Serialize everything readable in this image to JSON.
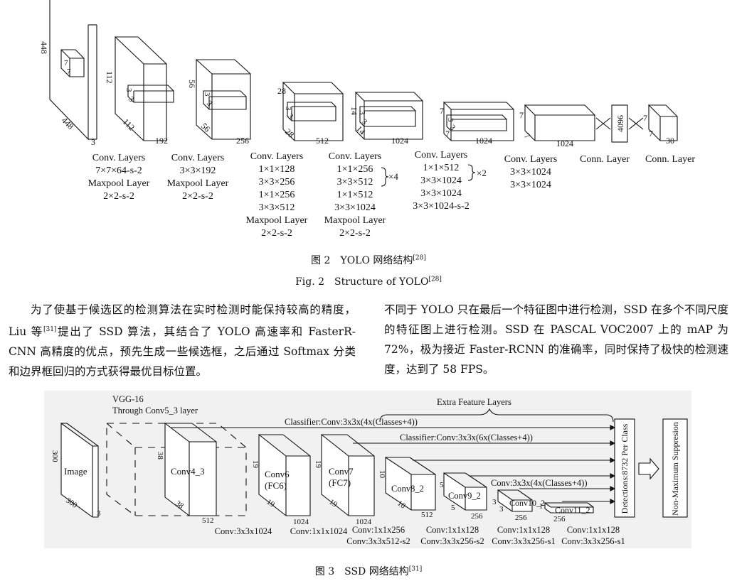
{
  "fig2": {
    "dims": {
      "l0_side": "448",
      "l0_depth": "448",
      "l0_ch": "3",
      "l0_k": "7",
      "l0_k2": "7",
      "l1_side": "112",
      "l1_depth": "112",
      "l1_ch": "192",
      "l1_k": "3",
      "l1_k2": "3",
      "l2_side": "56",
      "l2_depth": "56",
      "l2_ch": "256",
      "l2_k": "3",
      "l2_k2": "3",
      "l3_side": "28",
      "l3_depth": "28",
      "l3_ch": "512",
      "l3_k": "3",
      "l3_k2": "3",
      "l4_side": "14",
      "l4_depth": "14",
      "l4_ch": "1024",
      "l4_k": "3",
      "l4_k2": "3",
      "l5_side": "7",
      "l5_depth": "7",
      "l5_ch": "1024",
      "l5_k": "3",
      "l5_k2": "3",
      "l6_side": "7",
      "l6_depth": "7",
      "l6_ch": "1024",
      "fc": "4096",
      "out_side": "7",
      "out_depth": "7",
      "out_ch": "30"
    },
    "groups": [
      [
        "Conv. Layers",
        "7×7×64-s-2",
        "Maxpool Layer",
        "2×2-s-2"
      ],
      [
        "Conv. Layers",
        "3×3×192",
        "Maxpool Layer",
        "2×2-s-2"
      ],
      [
        "Conv. Layers",
        "1×1×128",
        "3×3×256",
        "1×1×256",
        "3×3×512",
        "Maxpool Layer",
        "2×2-s-2"
      ],
      [
        "Conv. Layers",
        "1×1×256",
        "3×3×512",
        "1×1×512",
        "3×3×1024",
        "Maxpool Layer",
        "2×2-s-2"
      ],
      [
        "Conv. Layers",
        "1×1×512",
        "3×3×1024",
        "3×3×1024",
        "3×3×1024-s-2"
      ],
      [
        "Conv. Layers",
        "3×3×1024",
        "3×3×1024"
      ],
      [
        "Conn. Layer"
      ],
      [
        "Conn. Layer"
      ]
    ],
    "repeat4": "×4",
    "repeat2": "×2",
    "caption_cn": "图 2　YOLO 网络结构",
    "caption_cn_ref": "[28]",
    "caption_en": "Fig. 2　Structure of YOLO",
    "caption_en_ref": "[28]"
  },
  "text_left": {
    "p1": "为了使基于候选区的检测算法在实时检测时能保持较高的精度，Liu 等",
    "ref": "[31]",
    "p2": "提出了 SSD 算法，其结合了 YOLO 高速率和 FasterR-CNN 高精度的优点，预先生成一些候选框，之后通过 Softmax 分类和边界框回归的方式获得最优目标位置。"
  },
  "text_right": "不同于 YOLO 只在最后一个特征图中进行检测，SSD 在多个不同尺度的特征图上进行检测。SSD 在 PASCAL VOC2007 上的 mAP 为 72%，极为接近 Faster-RCNN 的准确率，同时保持了极快的检测速度，达到了 58 FPS。",
  "fig3": {
    "vgg_title": "VGG-16",
    "vgg_sub": "Through Conv5_3 layer",
    "extra": "Extra Feature Layers",
    "classifier1": "Classifier:Conv:3x3x(4x(Classes+4))",
    "classifier2": "Classifier:Conv:3x3x(6x(Classes+4))",
    "conv_small": "Conv:3x3x(4x(Classes+4))",
    "image": "Image",
    "img_side": "300",
    "img_depth": "300",
    "img_ch": "3",
    "conv4_3": "Conv4_3",
    "c43_side": "38",
    "c43_depth": "38",
    "c43_ch": "512",
    "conv6": "Conv6",
    "conv6_sub": "(FC6)",
    "c6_side": "19",
    "c6_depth": "19",
    "c6_ch": "1024",
    "conv7": "Conv7",
    "conv7_sub": "(FC7)",
    "c7_side": "19",
    "c7_depth": "19",
    "c7_ch": "1024",
    "conv8": "Conv8_2",
    "c8_side": "10",
    "c8_depth": "10",
    "c8_ch": "512",
    "conv9": "Conv9_2",
    "c9_side": "5",
    "c9_depth": "5",
    "c9_ch": "256",
    "conv10": "Conv10_2",
    "c10_side": "3",
    "c10_depth": "3",
    "c10_ch": "256",
    "conv11": "Conv11_2",
    "c11_side": "1",
    "c11_ch": "256",
    "detections": "Detections:8732 Per Class",
    "nms": "Non-Maximum Suppresion",
    "bottom": [
      [
        "Conv:3x3x1024"
      ],
      [
        "Conv:1x1x1024"
      ],
      [
        "Conv:1x1x256",
        "Conv:3x3x512-s2"
      ],
      [
        "Conv:1x1x128",
        "Conv:3x3x256-s2"
      ],
      [
        "Conv:1x1x128",
        "Conv:3x3x256-s1"
      ],
      [
        "Conv:1x1x128",
        "Conv:3x3x256-s1"
      ]
    ],
    "caption_cn": "图 3　SSD 网络结构",
    "caption_ref": "[31]"
  }
}
